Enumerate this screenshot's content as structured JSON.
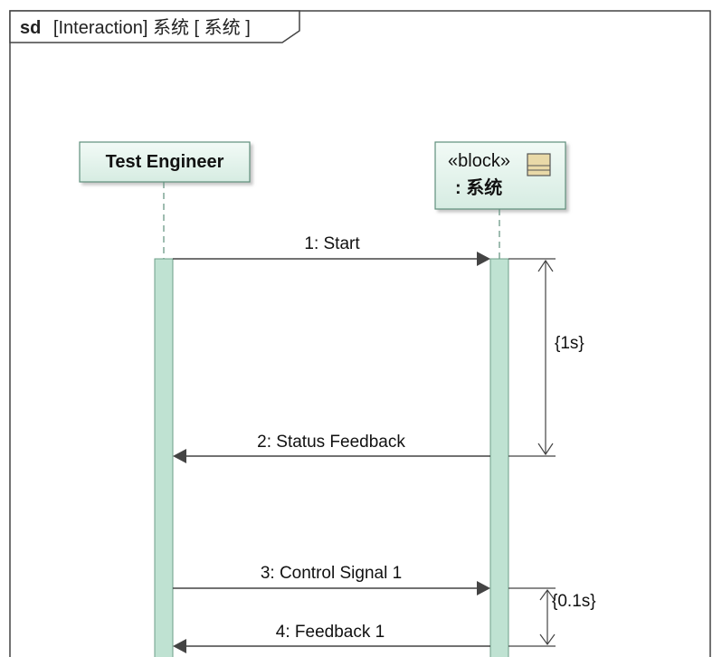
{
  "frame": {
    "kind": "sd",
    "title": "[Interaction] 系统 [ 系统 ]"
  },
  "lifelines": [
    {
      "id": "test-engineer",
      "stereotype": "",
      "name": "Test Engineer"
    },
    {
      "id": "system",
      "stereotype": "«block»",
      "name": ": 系统"
    }
  ],
  "messages": [
    {
      "label": "1: Start",
      "direction": "to-system"
    },
    {
      "label": "2: Status Feedback",
      "direction": "to-test-engineer"
    },
    {
      "label": "3: Control Signal 1",
      "direction": "to-system"
    },
    {
      "label": "4: Feedback 1",
      "direction": "to-test-engineer"
    }
  ],
  "duration_constraints": [
    {
      "label": "{1s}"
    },
    {
      "label": "{0.1s}"
    }
  ],
  "colors": {
    "lifeline_fill": "#d9efe5",
    "lifeline_border": "#5f8f7c",
    "activation_fill": "#bfe2d2",
    "activation_border": "#6c9f88",
    "line": "#444444",
    "frame_border": "#444444",
    "block_icon": "#e9d9a8"
  }
}
